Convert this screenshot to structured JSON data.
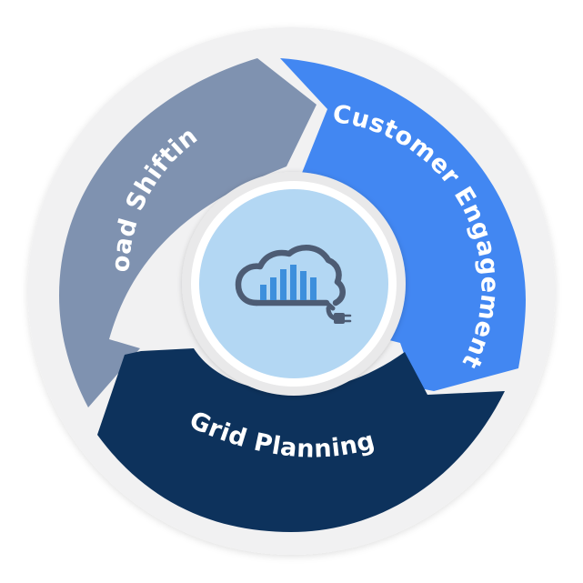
{
  "diagram": {
    "segments": [
      {
        "id": "load-shifting",
        "label": "Load Shifting",
        "color": "#7f92b0"
      },
      {
        "id": "customer-engagement",
        "label": "Customer Engagement",
        "color": "#4287f2"
      },
      {
        "id": "grid-planning",
        "label": "Grid Planning",
        "color": "#0d325c"
      }
    ],
    "center_icon": "cloud-bar-chart-plug-icon",
    "colors": {
      "outer_ring": "#f1f1f2",
      "center_ring": "#e9e9ea",
      "center_fill": "#b3d7f3",
      "icon_stroke": "#4d5c74",
      "icon_bars": "#3d8fdc"
    }
  }
}
